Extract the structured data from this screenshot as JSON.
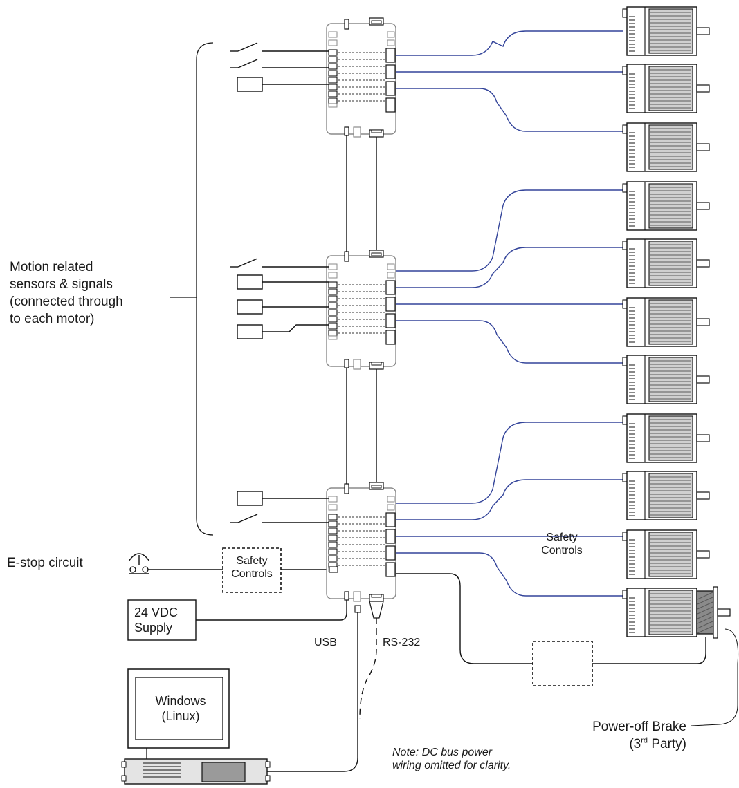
{
  "labels": {
    "sensors_line1": "Motion related",
    "sensors_line2": "sensors & signals",
    "sensors_line3": "(connected through",
    "sensors_line4": "to each motor)",
    "estop": "E-stop circuit",
    "safety1_line1": "Safety",
    "safety1_line2": "Controls",
    "safety2_line1": "Safety",
    "safety2_line2": "Controls",
    "supply_line1": "24 VDC",
    "supply_line2": "Supply",
    "usb": "USB",
    "rs232": "RS-232",
    "pc_line1": "Windows",
    "pc_line2": "(Linux)",
    "brake_line1": "Power-off Brake",
    "brake_line2_pre": "(3",
    "brake_line2_sup": "rd",
    "brake_line2_post": " Party)",
    "note_line1": "Note: DC bus power",
    "note_line2": "wiring omitted for clarity."
  },
  "colors": {
    "wire": "#111111",
    "motor_cable": "#33449a",
    "controller_outline": "#8a8a8a",
    "motor_fill": "#d0d0d0",
    "brake_fill": "#8a8a8a"
  },
  "icons": {
    "motor": "stepper-motor-icon",
    "switch": "switch-icon",
    "sensor": "sensor-box-icon",
    "estop": "estop-button-icon",
    "pc": "computer-icon",
    "brake": "brake-icon"
  }
}
